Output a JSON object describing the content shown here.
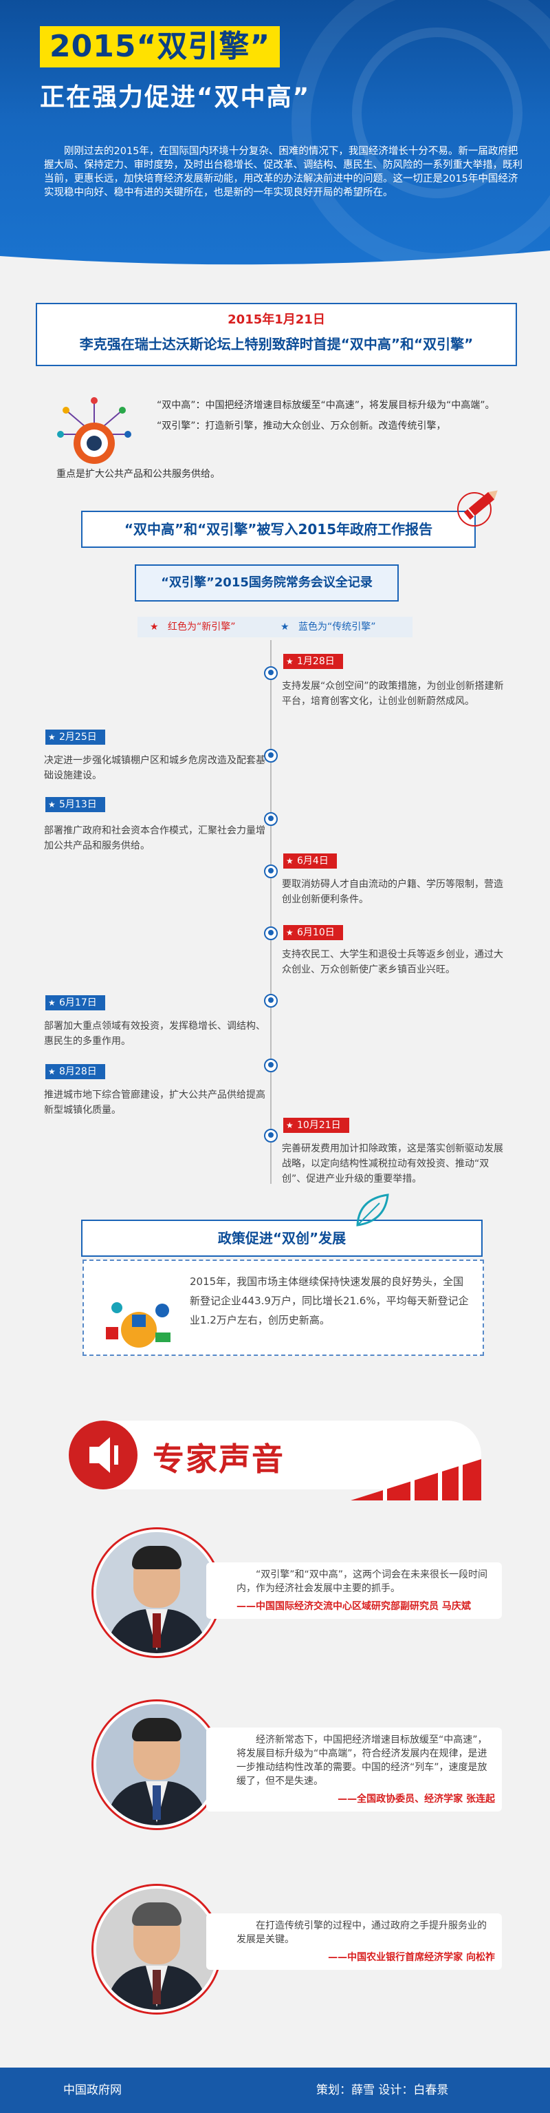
{
  "header": {
    "title_line1": "2015“双引擎”",
    "title_line2": "正在强力促进“双中高”",
    "intro": "刚刚过去的2015年，在国际国内环境十分复杂、困难的情况下，我国经济增长十分不易。新一届政府把握大局、保持定力、审时度势，及时出台稳增长、促改革、调结构、惠民生、防风险的一系列重大举措，既利当前，更惠长远，加快培育经济发展新动能，用改革的办法解决前进中的问题。这一切正是2015年中国经济实现稳中向好、稳中有进的关键所在，也是新的一年实现良好开局的希望所在。"
  },
  "davos": {
    "date": "2015年1月21日",
    "headline": "李克强在瑞士达沃斯论坛上特别致辞时首提“双中高”和“双引擎”",
    "def1": "“双中高”：中国把经济增速目标放缓至“中高速”，将发展目标升级为“中高端”。",
    "def2": "“双引擎”：打造新引擎，推动大众创业、万众创新。改造传统引擎，",
    "def_tail": "重点是扩大公共产品和公共服务供给。"
  },
  "report_banner": "“双中高”和“双引擎”被写入2015年政府工作报告",
  "record_banner": "“双引擎”2015国务院常务会议全记录",
  "legend": {
    "red_label": "红色为“新引擎”",
    "blue_label": "蓝色为“传统引擎”",
    "red_color": "#d81e1e",
    "blue_color": "#1a64b8"
  },
  "timeline": [
    {
      "date": "1月28日",
      "engine": "new",
      "text": "支持发展“众创空间”的政策措施，为创业创新搭建新平台，培育创客文化，让创业创新蔚然成风。"
    },
    {
      "date": "2月25日",
      "engine": "traditional",
      "text": "决定进一步强化城镇棚户区和城乡危房改造及配套基础设施建设。"
    },
    {
      "date": "5月13日",
      "engine": "traditional",
      "text": "部署推广政府和社会资本合作模式，汇聚社会力量增加公共产品和服务供给。"
    },
    {
      "date": "6月4日",
      "engine": "new",
      "text": "要取消妨碍人才自由流动的户籍、学历等限制，营造创业创新便利条件。"
    },
    {
      "date": "6月10日",
      "engine": "new",
      "text": "支持农民工、大学生和退役士兵等返乡创业，通过大众创业、万众创新使广袤乡镇百业兴旺。"
    },
    {
      "date": "6月17日",
      "engine": "traditional",
      "text": "部署加大重点领域有效投资，发挥稳增长、调结构、惠民生的多重作用。"
    },
    {
      "date": "8月28日",
      "engine": "traditional",
      "text": "推进城市地下综合管廊建设，扩大公共产品供给提高新型城镇化质量。"
    },
    {
      "date": "10月21日",
      "engine": "new",
      "text": "完善研发费用加计扣除政策，这是落实创新驱动发展战略，以定向结构性减税拉动有效投资、推动“双创”、促进产业升级的重要举措。"
    }
  ],
  "policy": {
    "banner": "政策促进“双创”发展",
    "text": "2015年，我国市场主体继续保持快速发展的良好势头，全国新登记企业443.9万户，同比增长21.6%，平均每天新登记企业1.2万户左右，创历史新高。"
  },
  "experts": {
    "title": "专家声音",
    "quotes": [
      {
        "text": "“双引擎”和“双中高”，这两个词会在未来很长一段时间内，作为经济社会发展中主要的抓手。",
        "source": "——中国国际经济交流中心区域研究部副研究员 马庆斌"
      },
      {
        "text": "经济新常态下，中国把经济增速目标放缓至“中高速”，将发展目标升级为“中高端”，符合经济发展内在规律，是进一步推动结构性改革的需要。中国的经济“列车”，速度是放缓了，但不是失速。",
        "source": "——全国政协委员、经济学家 张连起"
      },
      {
        "text": "在打造传统引擎的过程中，通过政府之手提升服务业的发展是关键。",
        "source": "——中国农业银行首席经济学家 向松祚"
      }
    ]
  },
  "footer": {
    "source": "中国政府网",
    "credits": "策划：薛雪    设计：白春景"
  }
}
